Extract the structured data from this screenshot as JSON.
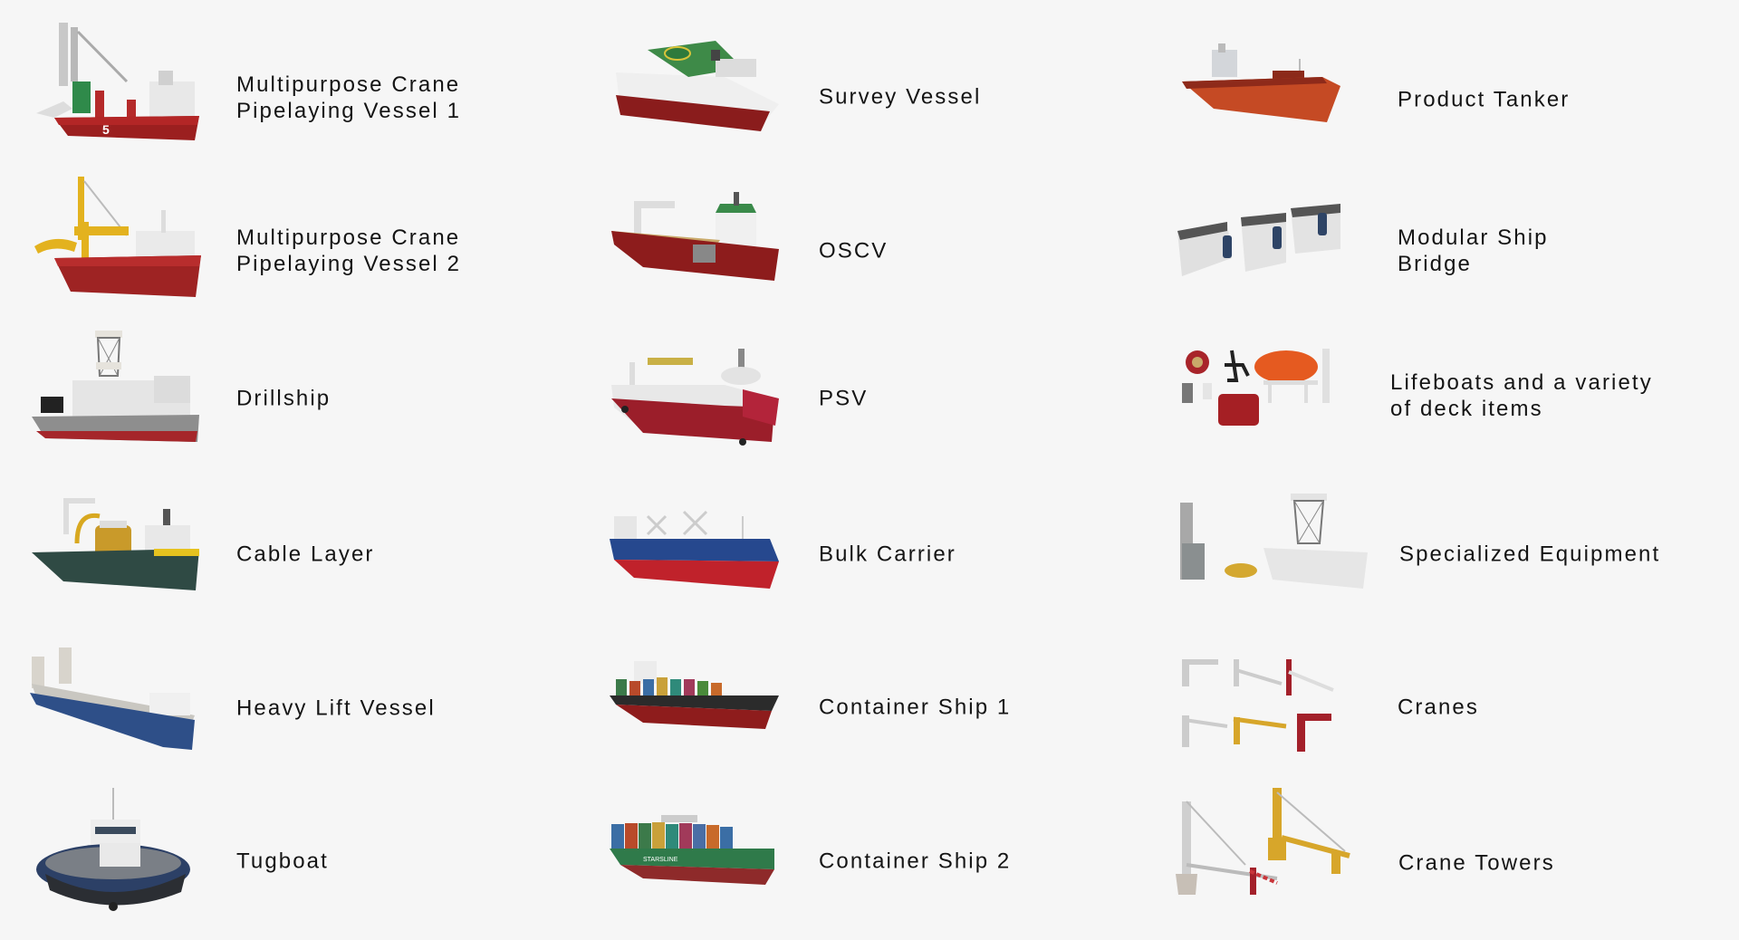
{
  "page": {
    "background": "#f6f6f6",
    "text_color": "#141414"
  },
  "catalog": {
    "columns": [
      {
        "items": [
          {
            "lines": [
              "Multipurpose Crane",
              "Pipelaying Vessel 1"
            ],
            "icon": "pipelay-vessel-red-icon"
          },
          {
            "lines": [
              "Multipurpose Crane",
              "Pipelaying Vessel 2"
            ],
            "icon": "pipelay-vessel-yellow-crane-icon"
          },
          {
            "lines": [
              "Drillship"
            ],
            "icon": "drillship-icon"
          },
          {
            "lines": [
              "Cable Layer"
            ],
            "icon": "cable-layer-icon"
          },
          {
            "lines": [
              "Heavy Lift Vessel"
            ],
            "icon": "heavy-lift-vessel-icon"
          },
          {
            "lines": [
              "Tugboat"
            ],
            "icon": "tugboat-icon"
          }
        ]
      },
      {
        "items": [
          {
            "lines": [
              "Survey Vessel"
            ],
            "icon": "survey-vessel-icon"
          },
          {
            "lines": [
              "OSCV"
            ],
            "icon": "oscv-icon"
          },
          {
            "lines": [
              "PSV"
            ],
            "icon": "psv-icon"
          },
          {
            "lines": [
              "Bulk Carrier"
            ],
            "icon": "bulk-carrier-icon"
          },
          {
            "lines": [
              "Container Ship 1"
            ],
            "icon": "container-ship-icon"
          },
          {
            "lines": [
              "Container Ship 2"
            ],
            "icon": "container-ship-green-icon"
          }
        ]
      },
      {
        "items": [
          {
            "lines": [
              "Product Tanker"
            ],
            "icon": "product-tanker-icon"
          },
          {
            "lines": [
              "Modular Ship",
              "Bridge"
            ],
            "icon": "ship-bridge-consoles-icon"
          },
          {
            "lines": [
              "Lifeboats and a variety",
              "of deck items"
            ],
            "icon": "lifeboat-deck-items-icon"
          },
          {
            "lines": [
              "Specialized Equipment"
            ],
            "icon": "specialized-equipment-icon"
          },
          {
            "lines": [
              "Cranes"
            ],
            "icon": "cranes-icon"
          },
          {
            "lines": [
              "Crane Towers"
            ],
            "icon": "crane-towers-icon"
          }
        ]
      }
    ]
  }
}
